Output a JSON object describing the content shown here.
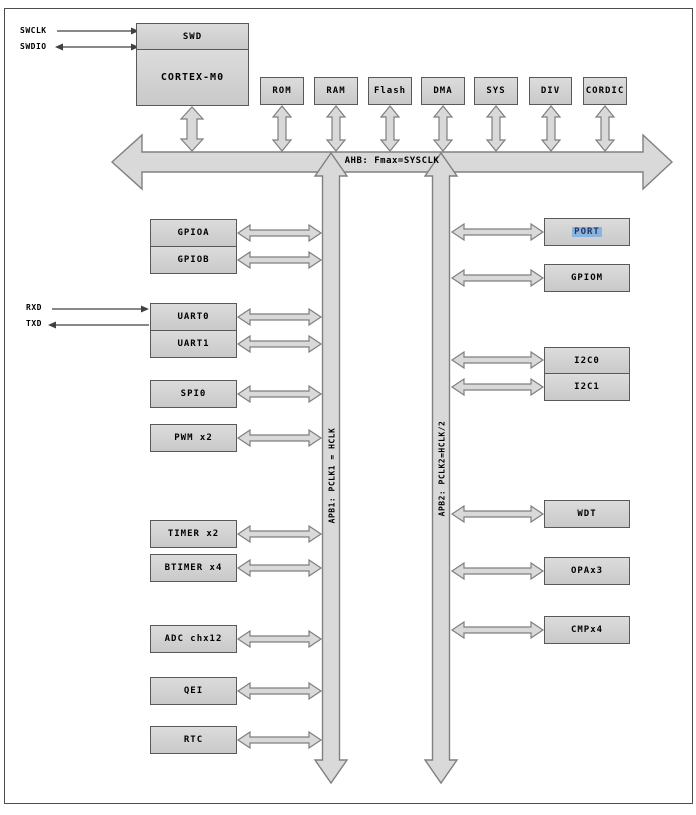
{
  "diagram": {
    "cpu": {
      "swd_label": "SWD",
      "core_label": "CORTEX-M0"
    },
    "signals": {
      "swclk": "SWCLK",
      "swdio": "SWDIO",
      "rxd": "RXD",
      "txd": "TXD"
    },
    "buses": {
      "ahb_label": "AHB: Fmax=SYSCLK",
      "apb1_label": "APB1: PCLK1 = HCLK",
      "apb2_label": "APB2: PCLK2=HCLK/2"
    },
    "ahb_blocks": [
      "ROM",
      "RAM",
      "Flash",
      "DMA",
      "SYS",
      "DIV",
      "CORDIC"
    ],
    "apb1_peripherals": [
      "GPIOA",
      "GPIOB",
      "UART0",
      "UART1",
      "SPI0",
      "PWM x2",
      "TIMER x2",
      "BTIMER x4",
      "ADC chx12",
      "QEI",
      "RTC"
    ],
    "apb2_peripherals": [
      "PORT",
      "GPIOM",
      "I2C0",
      "I2C1",
      "WDT",
      "OPAx3",
      "CMPx4"
    ],
    "selection": {
      "selected_text": "PORT",
      "highlight_color": "#8ab4dc",
      "text_color": "#1f3864"
    },
    "colors": {
      "block_fill_top": "#dcdcdc",
      "block_fill_bottom": "#c9c9c9",
      "block_border": "#595959",
      "bus_fill": "#d9d9d9",
      "bus_stroke": "#7f7f7f",
      "signal_line": "#404040"
    }
  }
}
